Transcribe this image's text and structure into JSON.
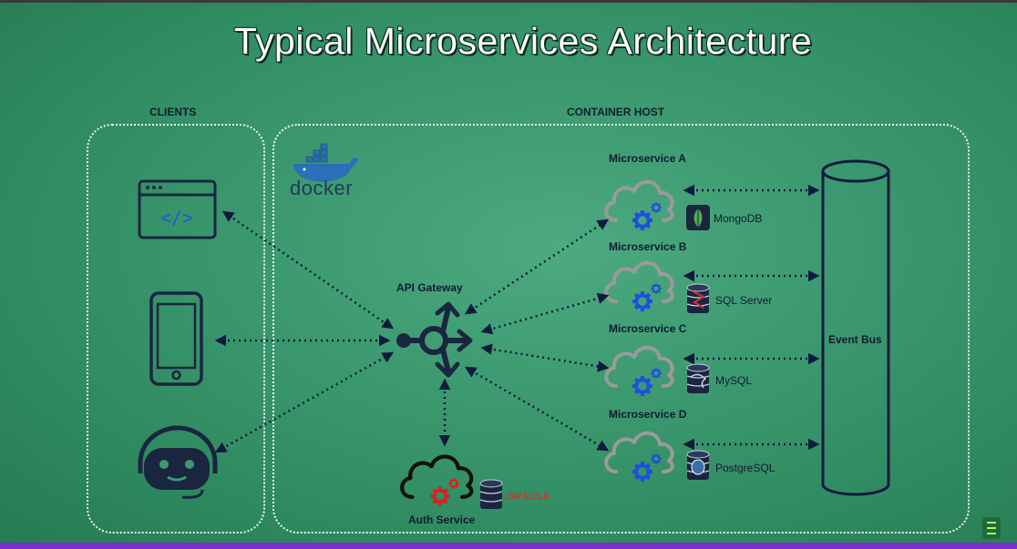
{
  "title": "Typical Microservices Architecture",
  "sections": {
    "clients": "CLIENTS",
    "container_host": "CONTAINER HOST"
  },
  "docker_label": "docker",
  "gateway": {
    "label": "API Gateway"
  },
  "auth": {
    "label": "Auth Service",
    "db_label": "ORACLE"
  },
  "services": [
    {
      "name": "Microservice A",
      "db": "MongoDB"
    },
    {
      "name": "Microservice B",
      "db": "SQL Server"
    },
    {
      "name": "Microservice C",
      "db": "MySQL"
    },
    {
      "name": "Microservice D",
      "db": "PostgreSQL"
    }
  ],
  "event_bus": "Event Bus",
  "icons": {
    "clients": [
      "web-browser-icon",
      "mobile-phone-icon",
      "chatbot-icon"
    ],
    "gateway": "api-gateway-router-icon",
    "services": "cloud-gear-icon",
    "databases": [
      "mongodb-icon",
      "sql-server-icon",
      "mysql-icon",
      "postgresql-icon",
      "oracle-database-icon"
    ]
  },
  "colors": {
    "background": "#3d9a70",
    "dark_navy": "#1a2540",
    "gear_blue": "#1f4fe0",
    "gear_red": "#d82020",
    "arrow": "#101a40"
  }
}
